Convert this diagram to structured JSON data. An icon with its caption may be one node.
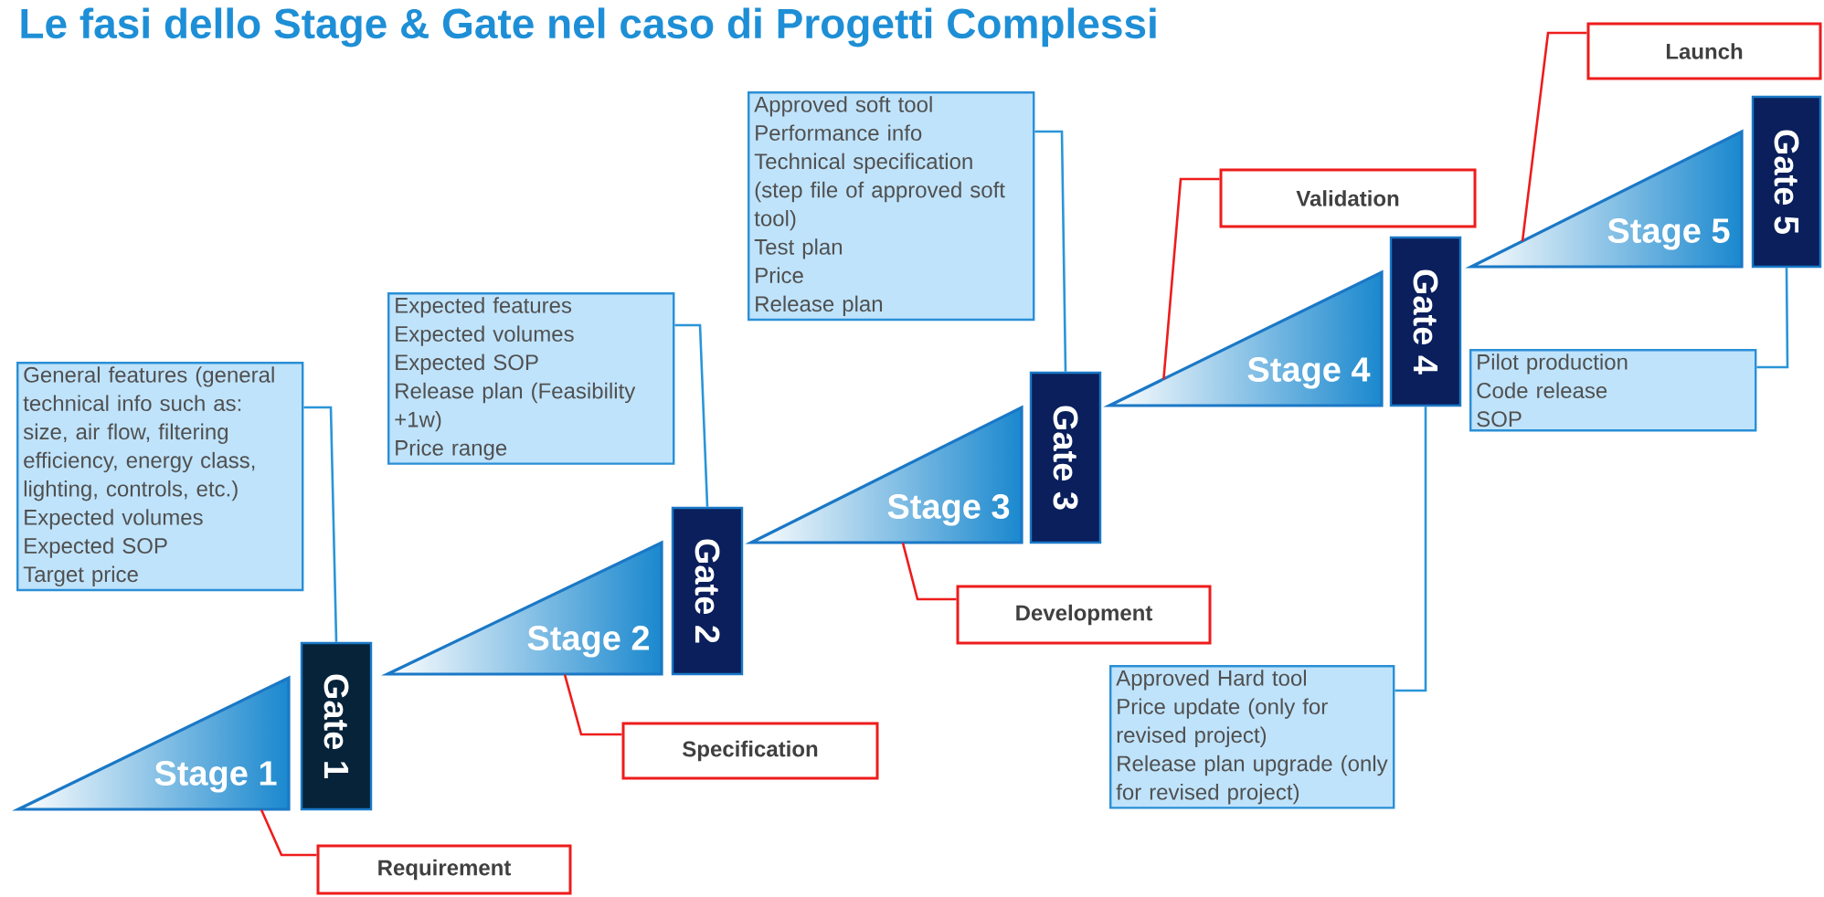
{
  "diagram": {
    "title": "Le fasi dello Stage & Gate nel caso di Progetti Complessi",
    "nodes": [
      {
        "text": [
          "Stage 1"
        ]
      },
      {
        "text": [
          "Gate 1"
        ]
      },
      {
        "text": [
          "General features (general technical info such as: size, air flow, filtering efficiency, energy class, lighting, controls, etc.)",
          "Expected volumes",
          "Expected SOP",
          "Target price"
        ]
      },
      {
        "text": [
          "Requirement"
        ]
      },
      {
        "text": [
          "Stage 2"
        ]
      },
      {
        "text": [
          "Gate 2"
        ]
      },
      {
        "text": [
          "Expected features",
          "Expected volumes",
          "Expected SOP",
          "Release plan (Feasibility +1w)",
          "Price range"
        ]
      },
      {
        "text": [
          "Specification"
        ]
      },
      {
        "text": [
          "Stage 3"
        ]
      },
      {
        "text": [
          "Gate 3"
        ]
      },
      {
        "text": [
          "Approved soft tool",
          "Performance info",
          "Technical specification (step file of approved soft tool)",
          "Test plan",
          "Price",
          "Release plan"
        ]
      },
      {
        "text": [
          "Development"
        ]
      },
      {
        "text": [
          "Stage 4"
        ]
      },
      {
        "text": [
          "Gate 4"
        ]
      },
      {
        "text": [
          "Approved Hard tool",
          "Price update (only for revised project)",
          "Release plan upgrade (only for revised project)"
        ]
      },
      {
        "text": [
          "Validation"
        ]
      },
      {
        "text": [
          "Stage 5"
        ]
      },
      {
        "text": [
          "Gate 5"
        ]
      },
      {
        "text": [
          "Pilot production",
          "Code release",
          "SOP"
        ]
      },
      {
        "text": [
          "Launch"
        ]
      }
    ],
    "edges": [
      {
        "from": 2,
        "to": 1,
        "arrow": "none",
        "color": "#2a95d8"
      },
      {
        "from": 3,
        "to": 0,
        "arrow": "none",
        "color": "#ee1c1c"
      },
      {
        "from": 6,
        "to": 5,
        "arrow": "none",
        "color": "#2a95d8"
      },
      {
        "from": 7,
        "to": 4,
        "arrow": "none",
        "color": "#ee1c1c"
      },
      {
        "from": 10,
        "to": 9,
        "arrow": "none",
        "color": "#2a95d8"
      },
      {
        "from": 11,
        "to": 8,
        "arrow": "none",
        "color": "#ee1c1c"
      },
      {
        "from": 14,
        "to": 13,
        "arrow": "none",
        "color": "#2a95d8"
      },
      {
        "from": 15,
        "to": 12,
        "arrow": "none",
        "color": "#ee1c1c"
      },
      {
        "from": 18,
        "to": 17,
        "arrow": "none",
        "color": "#2a95d8"
      },
      {
        "from": 19,
        "to": 16,
        "arrow": "none",
        "color": "#ee1c1c"
      }
    ]
  }
}
